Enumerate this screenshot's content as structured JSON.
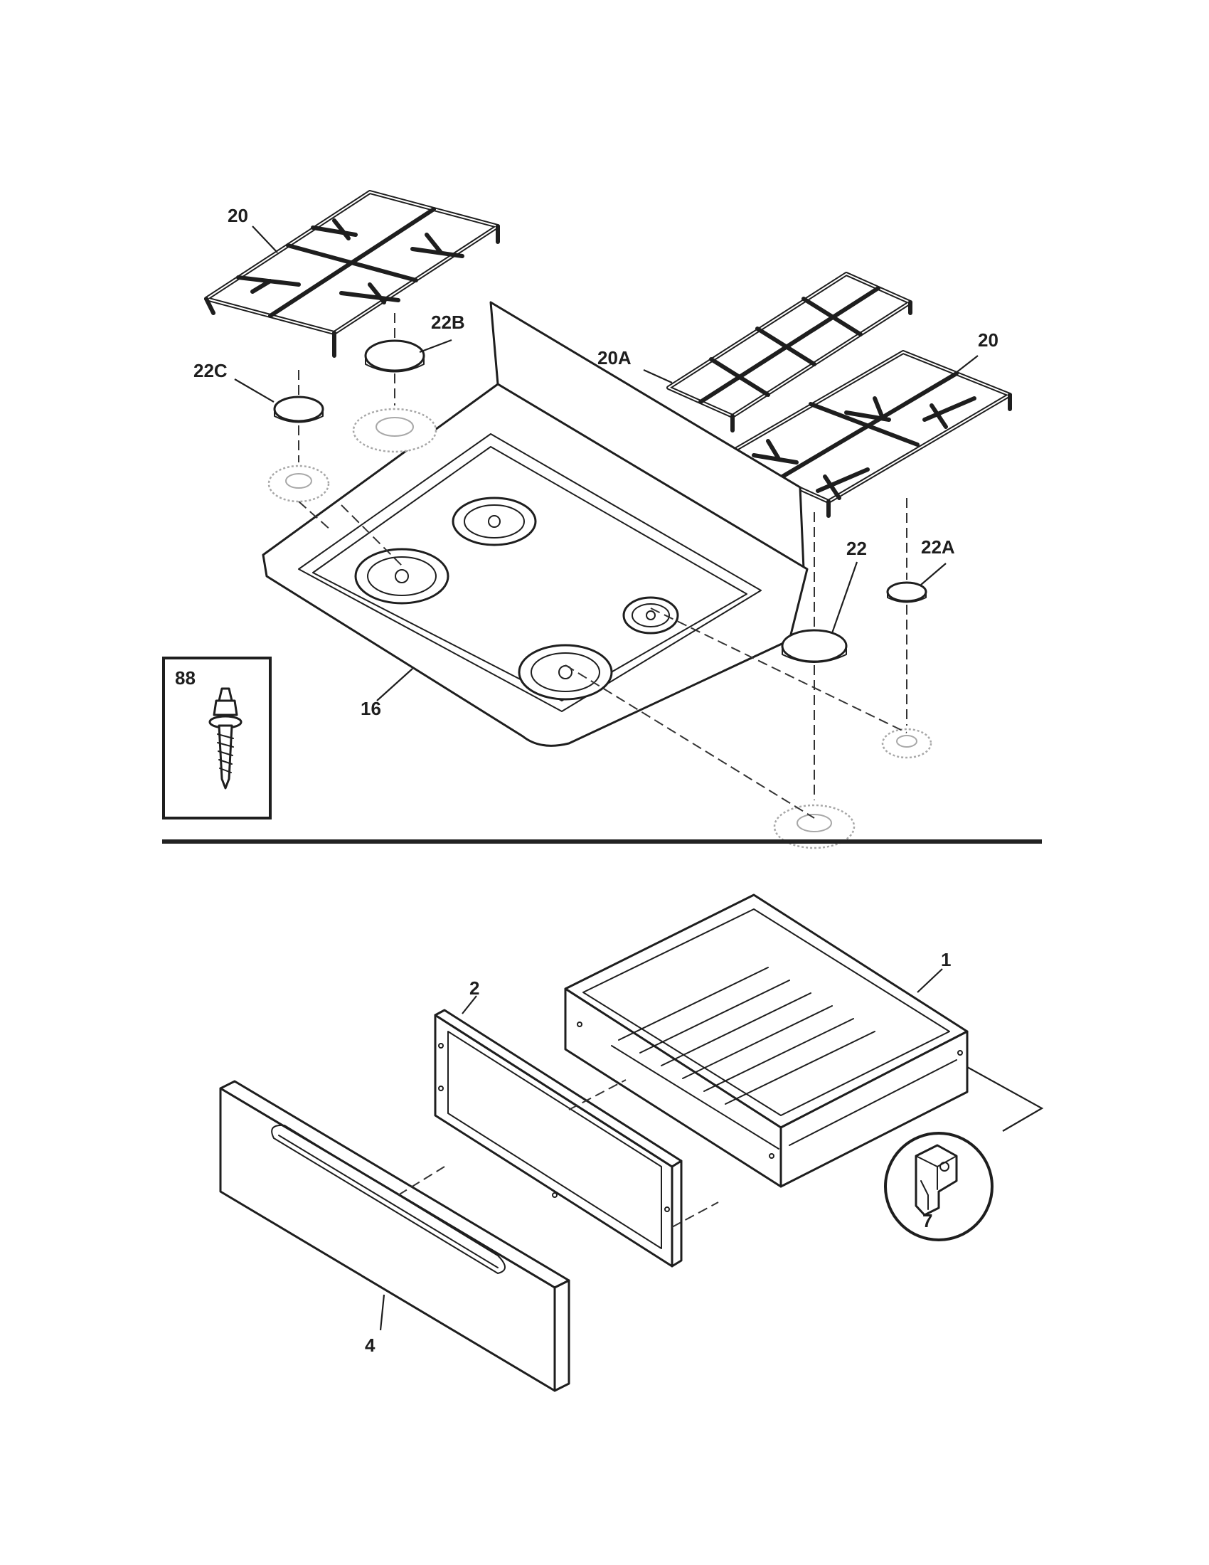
{
  "diagram": {
    "callouts": {
      "grate_left": "20",
      "grate_right": "20",
      "grate_center": "20A",
      "cap_22c": "22C",
      "cap_22b": "22B",
      "cap_22": "22",
      "cap_22a": "22A",
      "cooktop": "16",
      "screw": "88",
      "drawer_body": "1",
      "drawer_liner": "2",
      "drawer_front": "4",
      "clip": "7"
    },
    "colors": {
      "line": "#1e1e1e",
      "ghost": "#a8a8a8",
      "background": "#ffffff"
    }
  }
}
